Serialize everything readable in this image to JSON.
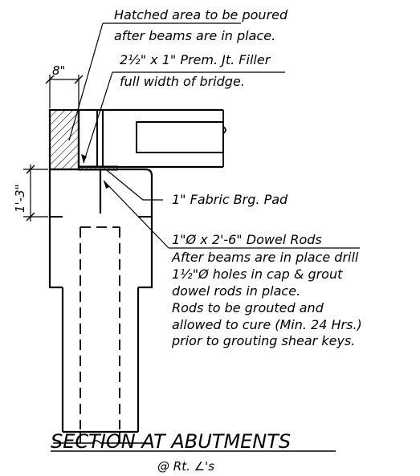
{
  "notes": {
    "hatched_line1": "Hatched area to be poured",
    "hatched_line2": "after beams are in place.",
    "filler_line1": "2½\" x 1\" Prem. Jt. Filler",
    "filler_line2": "full width of bridge.",
    "pad": "1\" Fabric Brg. Pad",
    "dowel_title": "1\"Ø x 2'-6\" Dowel Rods",
    "dowel_line1": "After beams are in place drill",
    "dowel_line2": "1½\"Ø holes in cap & grout",
    "dowel_line3": "dowel rods in place.",
    "dowel_line4": "Rods to be grouted and",
    "dowel_line5": "allowed to cure (Min. 24 Hrs.)",
    "dowel_line6": "prior to grouting shear keys."
  },
  "dimensions": {
    "top_width": "8\"",
    "cap_depth": "1'-3\""
  },
  "title": {
    "main": "SECTION AT ABUTMENTS",
    "sub": "@ Rt. ∠'s"
  }
}
